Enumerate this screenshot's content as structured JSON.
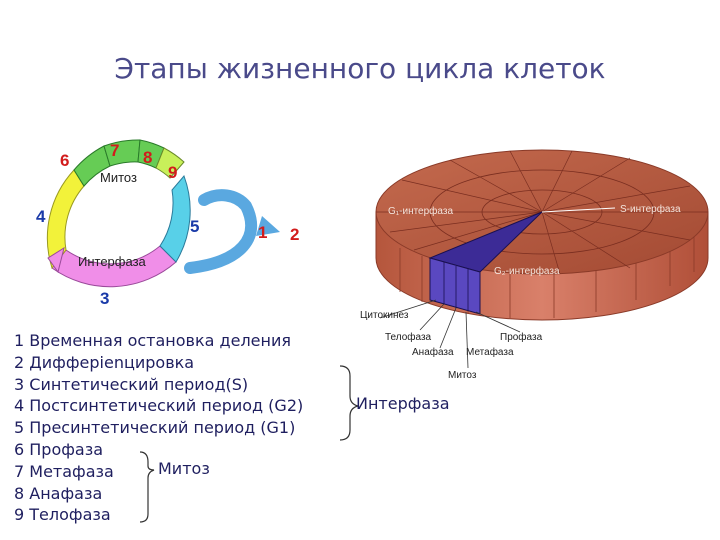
{
  "title": "Этапы жизненного цикла клеток",
  "wheel": {
    "numbers": [
      "6",
      "7",
      "8",
      "9",
      "4",
      "5",
      "1",
      "2",
      "3"
    ],
    "mitosis_label": "Митоз",
    "interphase_label": "Интерфаза"
  },
  "pie": {
    "g1_label": "G₁-интерфаза",
    "s_label": "S-интерфаза",
    "g2_label": "G₂-интерфаза",
    "cytokinesis_label": "Цитокинез",
    "telophase_label": "Телофаза",
    "prophase_label": "Профаза",
    "anaphase_label": "Анафаза",
    "metaphase_label": "Метафаза",
    "mitosis_label": "Митоз"
  },
  "legend": {
    "items": [
      "1 Временная остановка деления",
      "2 Дифферienцировка",
      "3 Синтетический период(S)",
      "4 Постсинтетический период (G2)",
      "5 Пресинтетический период (G1)",
      "6 Профаза",
      "7 Метафаза",
      "8 Анафаза",
      "9 Телофаза"
    ],
    "interphase_group": "Интерфаза",
    "mitosis_group": "Митоз"
  },
  "colors": {
    "title": "#4a4a8a",
    "legend_text": "#1f1f5f",
    "number_red": "#d21c1c",
    "number_blue": "#1a3aa8",
    "pie_top": "#b85a40",
    "pie_side": "#c8674a",
    "pie_wedge": "#3c2b96",
    "arrow_blue": "#5aa8e0",
    "ring_yellow": "#f2f23a",
    "ring_magenta": "#f08ee8",
    "ring_cyan": "#58d0e8",
    "ring_green": "#66cc55",
    "ring_lime": "#c8f05a"
  }
}
